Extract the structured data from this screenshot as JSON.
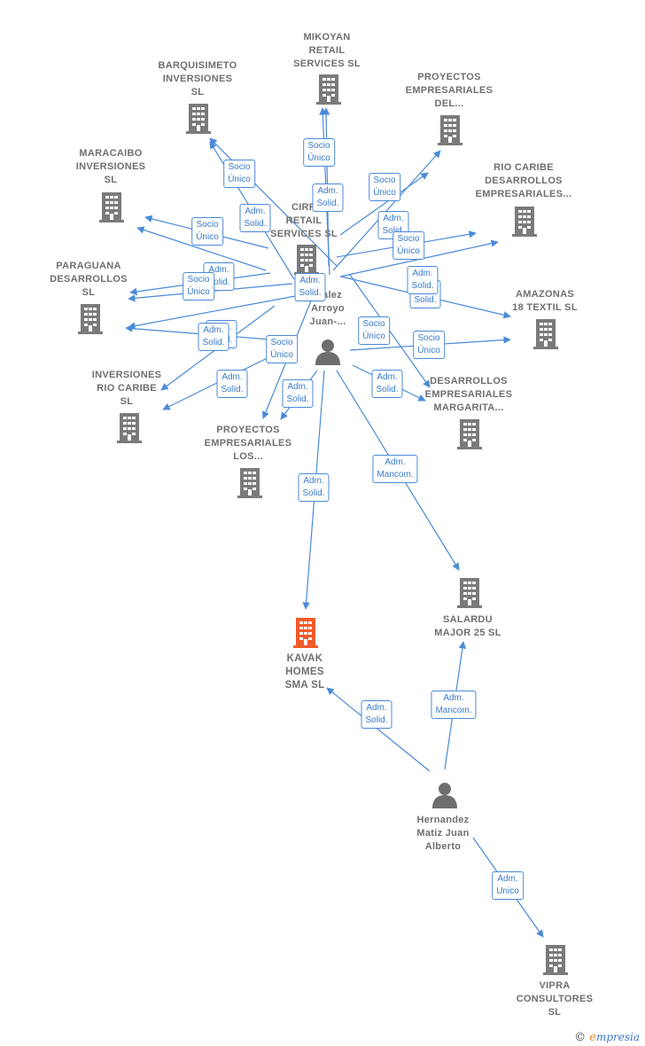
{
  "colors": {
    "edge": "#4a8ad8",
    "building": "#7a7a7a",
    "building_main": "#f05a28",
    "person": "#6e6e6e",
    "label_text": "#6f6f6f",
    "box_text": "#3a7ac8"
  },
  "nodes": [
    {
      "id": "mikoyan",
      "kind": "company",
      "lines": [
        "MIKOYAN",
        "RETAIL",
        "SERVICES  SL"
      ],
      "icon": "building-icon"
    },
    {
      "id": "barquisimeto",
      "kind": "company",
      "lines": [
        "BARQUISIMETO",
        "INVERSIONES",
        "SL"
      ],
      "icon": "building-icon"
    },
    {
      "id": "proyectos_del",
      "kind": "company",
      "lines": [
        "PROYECTOS",
        "EMPRESARIALES",
        "DEL..."
      ],
      "icon": "building-icon"
    },
    {
      "id": "maracaibo",
      "kind": "company",
      "lines": [
        "MARACAIBO",
        "INVERSIONES",
        "SL"
      ],
      "icon": "building-icon"
    },
    {
      "id": "rio_caribe_des",
      "kind": "company",
      "lines": [
        "RIO CARIBE",
        "DESARROLLOS",
        "EMPRESARIALES..."
      ],
      "icon": "building-icon"
    },
    {
      "id": "cirr",
      "kind": "company",
      "lines": [
        "CIRR",
        "RETAIL",
        "SERVICES  SL"
      ],
      "icon": "building-icon"
    },
    {
      "id": "paraguana",
      "kind": "company",
      "lines": [
        "PARAGUANA",
        "DESARROLLOS",
        "SL"
      ],
      "icon": "building-icon"
    },
    {
      "id": "amazonas",
      "kind": "company",
      "lines": [
        "AMAZONAS",
        "18 TEXTIL  SL"
      ],
      "icon": "building-icon"
    },
    {
      "id": "inv_rio_caribe",
      "kind": "company",
      "lines": [
        "INVERSIONES",
        "RIO CARIBE",
        "SL"
      ],
      "icon": "building-icon"
    },
    {
      "id": "des_margarita",
      "kind": "company",
      "lines": [
        "DESARROLLOS",
        "EMPRESARIALES",
        "MARGARITA..."
      ],
      "icon": "building-icon"
    },
    {
      "id": "proyectos_los",
      "kind": "company",
      "lines": [
        "PROYECTOS",
        "EMPRESARIALES",
        "LOS..."
      ],
      "icon": "building-icon"
    },
    {
      "id": "salardu",
      "kind": "company",
      "lines": [
        "SALARDU",
        "MAJOR 25  SL"
      ],
      "icon": "building-icon"
    },
    {
      "id": "kavak",
      "kind": "company_main",
      "lines": [
        "KAVAK",
        "HOMES",
        "SMA  SL"
      ],
      "icon": "building-icon"
    },
    {
      "id": "vipra",
      "kind": "company",
      "lines": [
        "VIPRA",
        "CONSULTORES",
        "SL"
      ],
      "icon": "building-icon"
    },
    {
      "id": "person_juan",
      "kind": "person",
      "lines": [
        "...alez",
        "Arroyo",
        "Juan-..."
      ],
      "icon": "person-icon"
    },
    {
      "id": "hernandez",
      "kind": "person",
      "lines": [
        "Hernandez",
        "Matiz Juan",
        "Alberto"
      ],
      "icon": "person-icon"
    }
  ],
  "relations": [
    {
      "lines": [
        "Socio",
        "Único"
      ]
    },
    {
      "lines": [
        "Adm.",
        "Solid."
      ]
    },
    {
      "lines": [
        "Socio",
        "Único"
      ]
    },
    {
      "lines": [
        "Adm.",
        "Solid."
      ]
    },
    {
      "lines": [
        "Socio",
        "Único"
      ]
    },
    {
      "lines": [
        "Adm.",
        "Solid."
      ]
    },
    {
      "lines": [
        "Socio",
        "Único"
      ]
    },
    {
      "lines": [
        "Socio",
        "Único"
      ]
    },
    {
      "lines": [
        "Adm.",
        "Solid."
      ]
    },
    {
      "lines": [
        "Socio",
        "Único"
      ]
    },
    {
      "lines": [
        "Adm.",
        "Solid."
      ]
    },
    {
      "lines": [
        "Adm.",
        "Solid."
      ]
    },
    {
      "lines": [
        "Socio",
        "Único"
      ]
    },
    {
      "lines": [
        "Adm.",
        "Solid."
      ]
    },
    {
      "lines": [
        "Socio",
        "Único"
      ]
    },
    {
      "lines": [
        "Adm.",
        "Solid."
      ]
    },
    {
      "lines": [
        "Socio",
        "Único"
      ]
    },
    {
      "lines": [
        "Adm.",
        "Solid."
      ]
    },
    {
      "lines": [
        "Adm.",
        "Solid."
      ]
    },
    {
      "lines": [
        "Adm.",
        "Solid."
      ]
    },
    {
      "lines": [
        "Adm.",
        "Solid."
      ]
    },
    {
      "lines": [
        "Adm.",
        "Solid."
      ]
    },
    {
      "lines": [
        "Adm.",
        "Mancom."
      ]
    },
    {
      "lines": [
        "Adm.",
        "Solid."
      ]
    },
    {
      "lines": [
        "Adm.",
        "Mancom."
      ]
    },
    {
      "lines": [
        "Adm.",
        "Unico"
      ]
    }
  ],
  "copyright": {
    "symbol": "©",
    "brand_initial": "e",
    "brand_rest": "mpresia"
  }
}
